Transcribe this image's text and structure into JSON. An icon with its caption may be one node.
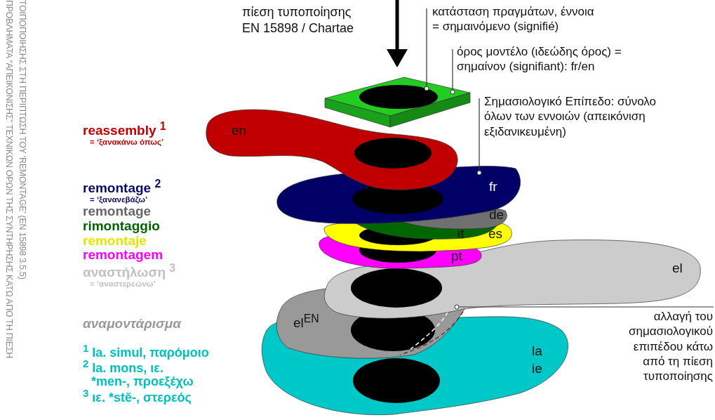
{
  "diagram": {
    "title": "ΠΡΟΒΛΗΜΑΤΑ “ΑΠΕΙΚΟΝΙΣΗΣ” ΤΕΧΝΙΚΩΝ ΟΡΩΝ ΤΗΣ ΣΥΝΤΗΡΗΣΗΣ ΚΑΤΩ ΑΠΟ ΤΗ ΠΙΕΣΗ ΤΟΙΠΟΠΟΙΗΣΗΣ ΣΤΗ ΠΕΡΙΠΤΩΣΗ ΤΟΥ ‘REMONTAGE’ (EN 15898 3.5.5)",
    "nodes": [
      {
        "text": [],
        "shape": "box"
      },
      {
        "text": [],
        "shape": "circle",
        "in": 0
      },
      {
        "text": [
          "en"
        ]
      },
      {
        "text": [
          "fr"
        ]
      },
      {
        "text": [
          "de"
        ]
      },
      {
        "text": [
          "it"
        ]
      },
      {
        "text": [
          "es"
        ]
      },
      {
        "text": [
          "pt"
        ]
      },
      {
        "text": [
          "el"
        ]
      },
      {
        "text": [
          "el$^{EN}$"
        ]
      },
      {
        "text": [
          "la ie"
        ]
      },
      {
        "text": [
          "κατάσταση πραγμάτων, έννοια = σημαινόμενο (signifié)"
        ]
      },
      {
        "text": [
          "όρος μοντέλο (ιδεώδης όρος) = σημαίνον (signifiant): fr/en"
        ]
      },
      {
        "text": [
          "Σημασιολογικό Επίπεδο: σύνολο όλων των εννοιών (απεικόνιση εξιδανικευμένη)"
        ]
      },
      {
        "text": [
          "αλλαγή του σημασιολογικού επιπέδου κάτω από τη πίεση τυποποίησης"
        ]
      }
    ],
    "edges": [
      {
        "from": 11,
        "to": 1,
        "arrow": "other"
      },
      {
        "from": 12,
        "to": 0,
        "arrow": "other"
      },
      {
        "from": 13,
        "to": 3,
        "arrow": "other"
      },
      {
        "from": 14,
        "to": 9,
        "arrow": "other"
      }
    ],
    "labels": [
      "πίεση τυποποίησης EN 15898 / Chartae",
      "reassembly $^{1}$",
      "= ‘ξανακάνω όπως’",
      "remontage $^{2}$",
      "= ‘ξανανεβάζω’",
      "remontage",
      "rimontaggio",
      "remontaje",
      "remontagem",
      "αναστήλωση $^{3}$",
      "= ‘αναστερεώνω’",
      "αναμοντάρισμα",
      "$^{1}$ la. simul, παρόμοιο",
      "$^{2}$ la. mons, ιε. *men-, προεξέχω",
      "$^{3}$ ιε. *stĕ-, στερεός"
    ]
  }
}
